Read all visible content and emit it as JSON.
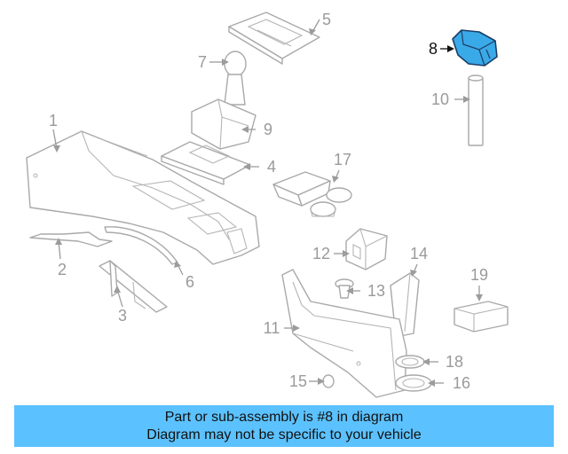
{
  "callouts": [
    "1",
    "2",
    "3",
    "4",
    "5",
    "6",
    "7",
    "8",
    "9",
    "10",
    "11",
    "12",
    "13",
    "14",
    "15",
    "16",
    "17",
    "18",
    "19"
  ],
  "highlighted_callout": "8",
  "colors": {
    "highlight_fill": "#3aa9e8",
    "highlight_stroke": "#1a3e66",
    "banner_bg": "#5cc2ff",
    "line_art": "#a9a9a9"
  },
  "banner": {
    "line1": "Part or sub-assembly is #8 in diagram",
    "line2": "Diagram may not be specific to your vehicle"
  }
}
